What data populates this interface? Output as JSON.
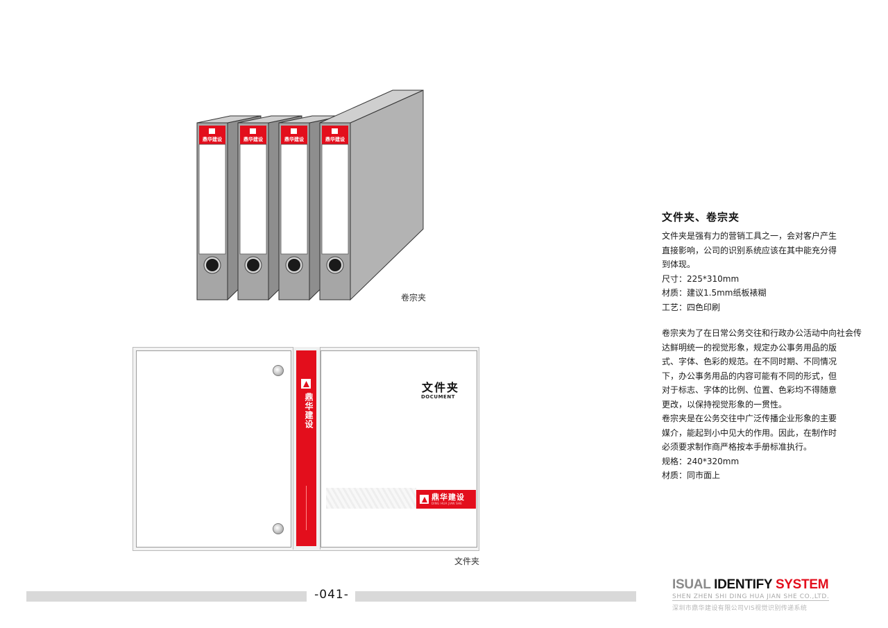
{
  "brand": {
    "cn_name": "鼎华建设",
    "en_name": "DING HUA JIAN SHE",
    "red": "#e30e1c",
    "gray": "#8a8a8a"
  },
  "binders": {
    "count": 4,
    "caption": "卷宗夹"
  },
  "folder": {
    "title": "文件夹",
    "subtitle": "DOCUMENT",
    "caption": "文件夹"
  },
  "description": {
    "heading": "文件夹、卷宗夹",
    "intro": [
      "文件夹是强有力的营销工具之一，会对客户产生",
      "直接影响，公司的识别系统应该在其中能充分得",
      "到体现。",
      "尺寸：225*310mm",
      "材质：建议1.5mm纸板裱糊",
      "工艺：四色印刷"
    ],
    "body": [
      "卷宗夹为了在日常公务交往和行政办公活动中向社会传",
      "达鲜明统一的视觉形象，规定办公事务用品的版",
      "式、字体、色彩的规范。在不同时期、不同情况",
      "下，办公事务用品的内容可能有不同的形式，但",
      "对于标志、字体的比例、位置、色彩均不得随意",
      "更改，以保持视觉形象的一贯性。",
      "卷宗夹是在公务交往中广泛传播企业形象的主要",
      "媒介，能起到小中见大的作用。因此，在制作时",
      "必须要求制作商严格按本手册标准执行。",
      "规格：240*320mm",
      "材质：同市面上"
    ]
  },
  "footer": {
    "page_number": "-041-",
    "title_gray": "ISUAL ",
    "title_black": "IDENTIFY ",
    "title_red": "SYSTEM",
    "company_en": "SHEN ZHEN SHI DING HUA JIAN SHE CO.,LTD.",
    "company_cn": "深圳市鼎华建设有限公司VIS视觉识别传递系统"
  }
}
